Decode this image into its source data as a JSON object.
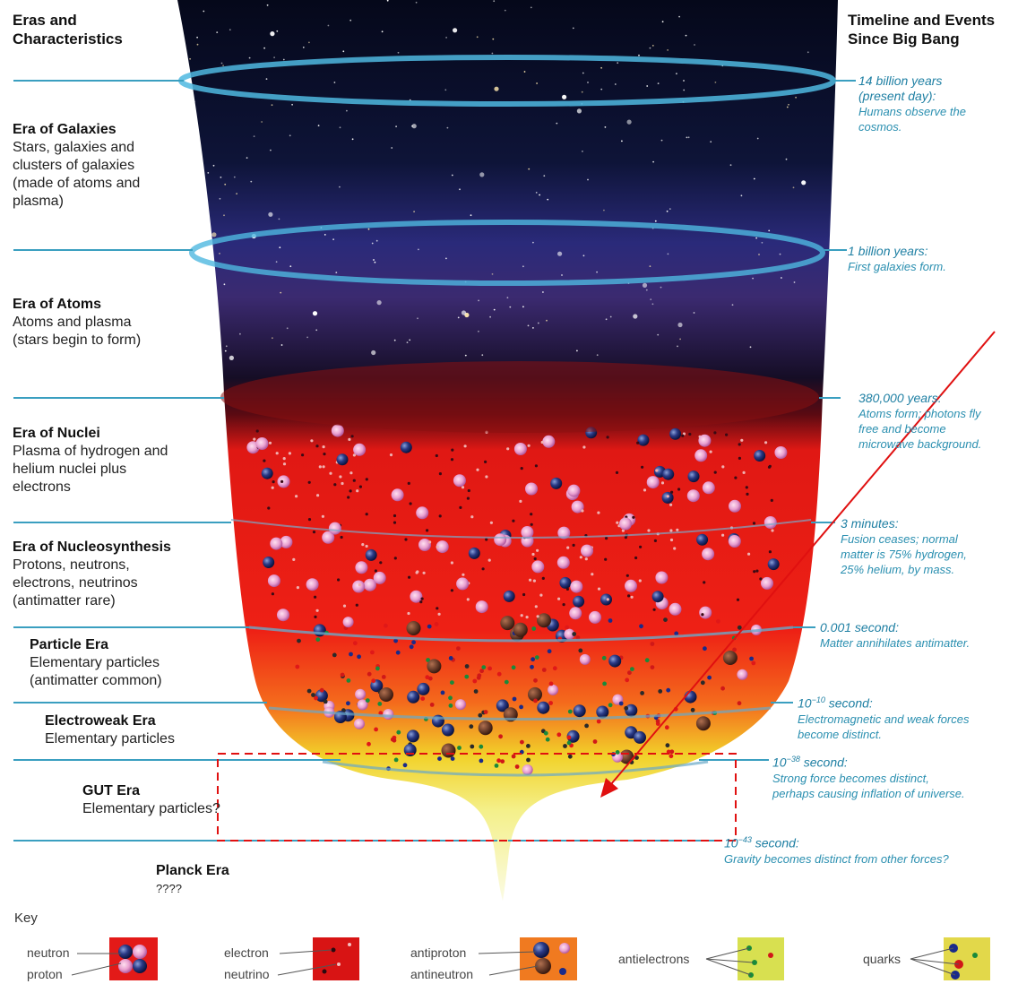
{
  "headers": {
    "left_line1": "Eras and",
    "left_line2": "Characteristics",
    "right_line1": "Timeline and Events",
    "right_line2": "Since Big Bang"
  },
  "eras": [
    {
      "title": "Era of Galaxies",
      "desc": "Stars, galaxies and\nclusters of galaxies\n(made of atoms and\nplasma)"
    },
    {
      "title": "Era of Atoms",
      "desc": "Atoms and plasma\n(stars begin to form)"
    },
    {
      "title": "Era of Nuclei",
      "desc": "Plasma of hydrogen and\nhelium nuclei plus\nelectrons"
    },
    {
      "title": "Era of Nucleosynthesis",
      "desc": "Protons, neutrons,\nelectrons, neutrinos\n(antimatter rare)"
    },
    {
      "title": "Particle Era",
      "desc": "Elementary particles\n(antimatter common)"
    },
    {
      "title": "Electroweak Era",
      "desc": "Elementary particles"
    },
    {
      "title": "GUT Era",
      "desc": "Elementary particles?"
    },
    {
      "title": "Planck Era",
      "desc": "????"
    }
  ],
  "events": [
    {
      "time": "14 billion years\n(present day):",
      "desc": "Humans observe the\ncosmos."
    },
    {
      "time": "1 billion years:",
      "desc": "First galaxies form."
    },
    {
      "time": "380,000 years:",
      "desc": "Atoms form; photons fly\nfree and become\nmicrowave background."
    },
    {
      "time": "3 minutes:",
      "desc": "Fusion ceases; normal\nmatter is 75% hydrogen,\n25% helium, by mass."
    },
    {
      "time": "0.001 second:",
      "desc": "Matter annihilates antimatter."
    },
    {
      "time_base": "10",
      "time_exp": "−10",
      "time_rest": " second:",
      "desc": "Electromagnetic and weak forces\nbecome distinct."
    },
    {
      "time_base": "10",
      "time_exp": "−38",
      "time_rest": " second:",
      "desc": "Strong force becomes distinct,\nperhaps causing inflation of universe."
    },
    {
      "time_base": "10",
      "time_exp": "−43",
      "time_rest": " second:",
      "desc": "Gravity becomes distinct from other forces?"
    }
  ],
  "key": {
    "title": "Key",
    "neutron": "neutron",
    "proton": "proton",
    "electron": "electron",
    "neutrino": "neutrino",
    "antiproton": "antiproton",
    "antineutron": "antineutron",
    "antielectrons": "antielectrons",
    "quarks": "quarks"
  },
  "colors": {
    "divider": "#3a9fc0",
    "event_text": "#2a8fb0",
    "annotation": "#e01010",
    "space_dark": "#0a0d22",
    "plasma_red": "#e81a14",
    "particle_yellow": "#f2e22a"
  }
}
